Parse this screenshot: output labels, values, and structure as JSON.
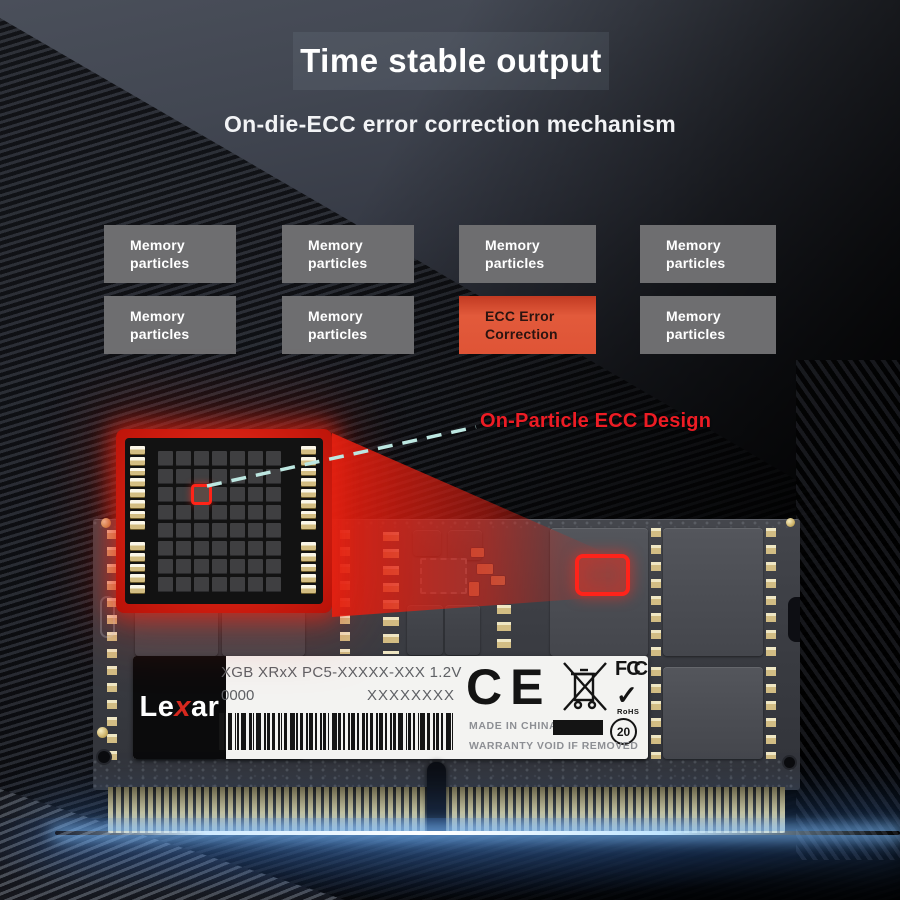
{
  "header": {
    "title": "Time stable output",
    "subtitle": "On-die-ECC error correction mechanism"
  },
  "grid": {
    "cells": [
      {
        "line1": "Memory",
        "line2": "particles",
        "type": "memory"
      },
      {
        "line1": "Memory",
        "line2": "particles",
        "type": "memory"
      },
      {
        "line1": "Memory",
        "line2": "particles",
        "type": "memory"
      },
      {
        "line1": "Memory",
        "line2": "particles",
        "type": "memory"
      },
      {
        "line1": "Memory",
        "line2": "particles",
        "type": "memory"
      },
      {
        "line1": "Memory",
        "line2": "particles",
        "type": "memory"
      },
      {
        "line1": "ECC Error",
        "line2": "Correction",
        "type": "ecc"
      },
      {
        "line1": "Memory",
        "line2": "particles",
        "type": "memory"
      }
    ]
  },
  "callout": {
    "label": "On-Particle ECC Design"
  },
  "module": {
    "label": {
      "brand": "Lexar",
      "brand_parts": [
        "Le",
        "x",
        "ar"
      ],
      "spec_line": "XGB XRxX PC5-XXXXX-XXX 1.2V",
      "serial_left": "0000",
      "serial_right": "XXXXXXXX",
      "ce_mark": "CE",
      "fcc_mark": "FC",
      "fcc_mark_extra": "C",
      "rohs_check": "✓",
      "rohs_label": "RoHS",
      "epup_years": "20",
      "made_in": "MADE IN CHINA",
      "warranty": "WARRANTY VOID IF REMOVED"
    }
  },
  "colors": {
    "memory_box": "#6e6e70",
    "ecc_box": "#e05a3c",
    "callout_red": "#ed1c24",
    "accent_red": "#e8281e",
    "dashed_line": "#bde7e1",
    "pin_gold": "#d8c580",
    "glow_blue": "#9fd8ff"
  }
}
